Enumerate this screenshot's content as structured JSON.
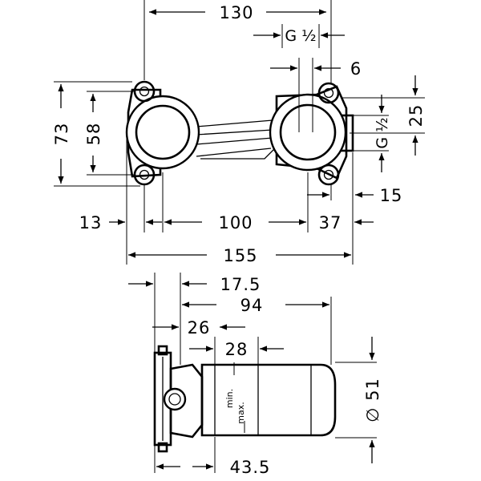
{
  "dimensions": {
    "d130": "130",
    "g_half_top": "G ½",
    "d6": "6",
    "d73": "73",
    "d58": "58",
    "d25": "25",
    "g_half_side": "G ½",
    "d15": "15",
    "d13": "13",
    "d100": "100",
    "d37": "37",
    "d155": "155",
    "d17_5": "17.5",
    "d94": "94",
    "d26": "26",
    "d28": "28",
    "d51": "∅ 51",
    "d43_5": "43.5"
  },
  "labels": {
    "min": "min.",
    "max": "max."
  }
}
